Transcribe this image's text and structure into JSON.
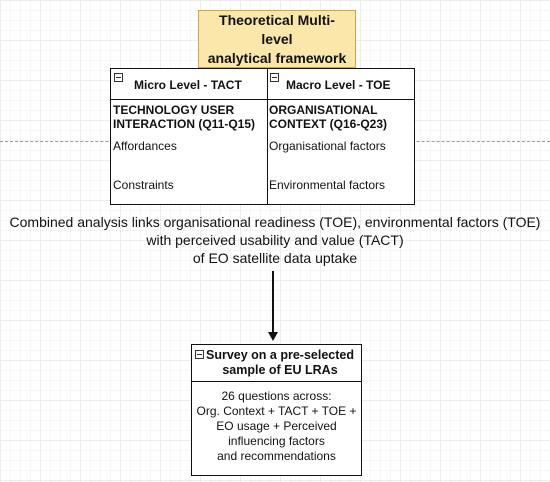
{
  "title": {
    "line1": "Theoretical Multi-level",
    "line2": "analytical framework"
  },
  "micro": {
    "header": "Micro Level  - TACT",
    "context_line1": "TECHNOLOGY USER",
    "context_line2": "INTERACTION (Q11-Q15)",
    "items": [
      "Affordances",
      "Constraints"
    ]
  },
  "macro": {
    "header": "Macro Level  - TOE",
    "context_line1": "ORGANISATIONAL",
    "context_line2": "CONTEXT  (Q16-Q23)",
    "items": [
      "Organisational factors",
      "Environmental factors"
    ]
  },
  "summary": {
    "line1": "Combined analysis links organisational readiness (TOE), environmental factors (TOE)",
    "line2": "with perceived usability and value (TACT)",
    "line3": "of EO satellite data uptake"
  },
  "survey": {
    "title_line1": "Survey on a pre-selected",
    "title_line2": "sample of EU LRAs",
    "body_lines": [
      "26 questions across:",
      "Org. Context + TACT + TOE +",
      "EO usage + Perceived",
      "influencing factors",
      "and recommendations"
    ]
  },
  "colors": {
    "title_fill": "#fbe7a9",
    "title_border": "#c9a64a",
    "stroke": "#111111"
  }
}
